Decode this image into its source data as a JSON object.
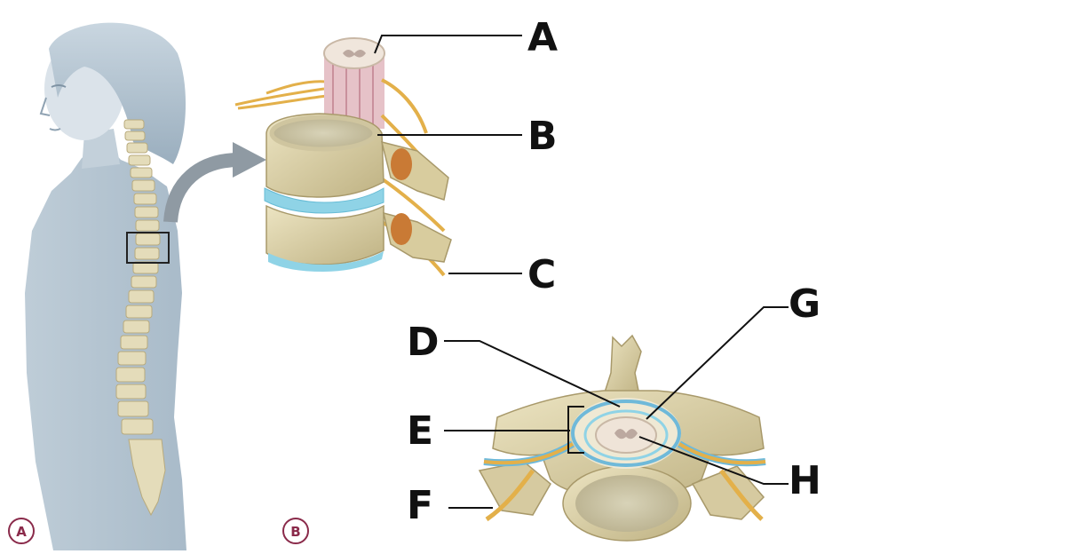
{
  "labels": {
    "a": "A",
    "b": "B",
    "c": "C",
    "d": "D",
    "e": "E",
    "f": "F",
    "g": "G",
    "h": "H"
  },
  "panels": {
    "left": "A",
    "right": "B"
  },
  "colors": {
    "bone": "#d9cfa6",
    "bone_dark": "#b9ad7e",
    "disc": "#8fd3e6",
    "nerve": "#e3b04a",
    "cord": "#e6c2c8",
    "silhouette": "#a9bccb",
    "leader": "#111111",
    "badge": "#8a2a4a"
  }
}
